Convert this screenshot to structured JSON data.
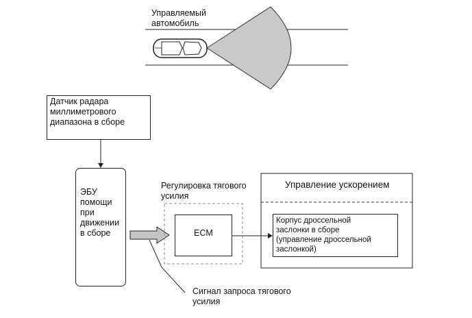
{
  "scene": {
    "controlled_vehicle_label": "Управляемый\nавтомобиль"
  },
  "blocks": {
    "radar_sensor": "Датчик радара\nмиллиметрового\nдиапазона в сборе",
    "driving_assist_ecu": "ЭБУ\nпомощи\nпри\nдвижении\nв сборе",
    "traction_regulation_title": "Регулировка тягового\nусилия",
    "ecm": "ECM",
    "acceleration_control_title": "Управление ускорением",
    "throttle_body": "Корпус дроссельной\nзаслонки в сборе\n(управление дроссельной\nзаслонкой)"
  },
  "annotations": {
    "traction_request_signal": "Сигнал запроса тягового\nусилия"
  }
}
